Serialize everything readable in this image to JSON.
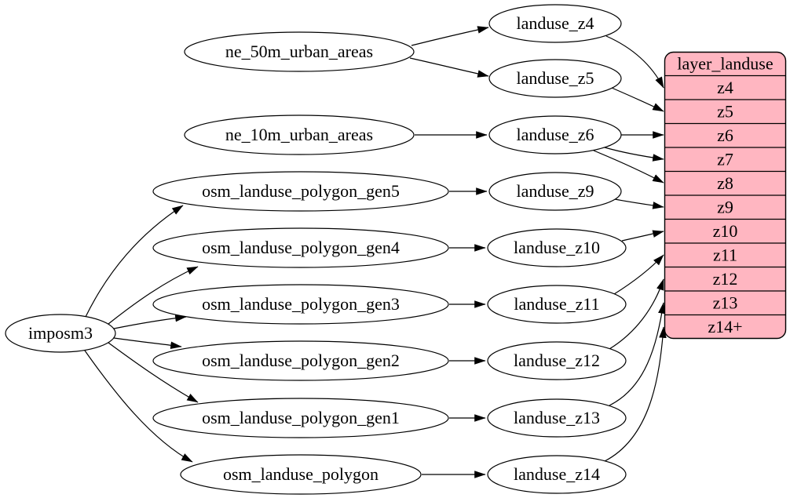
{
  "nodes": {
    "imposm3": "imposm3",
    "ne_50m_urban_areas": "ne_50m_urban_areas",
    "ne_10m_urban_areas": "ne_10m_urban_areas",
    "osm_landuse_polygon_gen5": "osm_landuse_polygon_gen5",
    "osm_landuse_polygon_gen4": "osm_landuse_polygon_gen4",
    "osm_landuse_polygon_gen3": "osm_landuse_polygon_gen3",
    "osm_landuse_polygon_gen2": "osm_landuse_polygon_gen2",
    "osm_landuse_polygon_gen1": "osm_landuse_polygon_gen1",
    "osm_landuse_polygon": "osm_landuse_polygon",
    "landuse_z4": "landuse_z4",
    "landuse_z5": "landuse_z5",
    "landuse_z6": "landuse_z6",
    "landuse_z9": "landuse_z9",
    "landuse_z10": "landuse_z10",
    "landuse_z11": "landuse_z11",
    "landuse_z12": "landuse_z12",
    "landuse_z13": "landuse_z13",
    "landuse_z14": "landuse_z14"
  },
  "table": {
    "title": "layer_landuse",
    "rows": [
      "z4",
      "z5",
      "z6",
      "z7",
      "z8",
      "z9",
      "z10",
      "z11",
      "z12",
      "z13",
      "z14+"
    ],
    "fill": "#ffb6c1",
    "stroke": "#000000"
  },
  "edges": [
    {
      "from": "imposm3",
      "to": "osm_landuse_polygon_gen5"
    },
    {
      "from": "imposm3",
      "to": "osm_landuse_polygon_gen4"
    },
    {
      "from": "imposm3",
      "to": "osm_landuse_polygon_gen3"
    },
    {
      "from": "imposm3",
      "to": "osm_landuse_polygon_gen2"
    },
    {
      "from": "imposm3",
      "to": "osm_landuse_polygon_gen1"
    },
    {
      "from": "imposm3",
      "to": "osm_landuse_polygon"
    },
    {
      "from": "ne_50m_urban_areas",
      "to": "landuse_z4"
    },
    {
      "from": "ne_50m_urban_areas",
      "to": "landuse_z5"
    },
    {
      "from": "ne_10m_urban_areas",
      "to": "landuse_z6"
    },
    {
      "from": "osm_landuse_polygon_gen5",
      "to": "landuse_z9"
    },
    {
      "from": "osm_landuse_polygon_gen4",
      "to": "landuse_z10"
    },
    {
      "from": "osm_landuse_polygon_gen3",
      "to": "landuse_z11"
    },
    {
      "from": "osm_landuse_polygon_gen2",
      "to": "landuse_z12"
    },
    {
      "from": "osm_landuse_polygon_gen1",
      "to": "landuse_z13"
    },
    {
      "from": "osm_landuse_polygon",
      "to": "landuse_z14"
    },
    {
      "from": "landuse_z4",
      "to": "layer_landuse:z4"
    },
    {
      "from": "landuse_z5",
      "to": "layer_landuse:z5"
    },
    {
      "from": "landuse_z6",
      "to": "layer_landuse:z6"
    },
    {
      "from": "landuse_z6",
      "to": "layer_landuse:z7"
    },
    {
      "from": "landuse_z6",
      "to": "layer_landuse:z8"
    },
    {
      "from": "landuse_z9",
      "to": "layer_landuse:z9"
    },
    {
      "from": "landuse_z10",
      "to": "layer_landuse:z10"
    },
    {
      "from": "landuse_z11",
      "to": "layer_landuse:z11"
    },
    {
      "from": "landuse_z12",
      "to": "layer_landuse:z12"
    },
    {
      "from": "landuse_z13",
      "to": "layer_landuse:z13"
    },
    {
      "from": "landuse_z14",
      "to": "layer_landuse:z14+"
    }
  ],
  "colors": {
    "background": "#ffffff",
    "node_fill": "#ffffff",
    "stroke": "#000000",
    "table_fill": "#ffb6c1"
  }
}
